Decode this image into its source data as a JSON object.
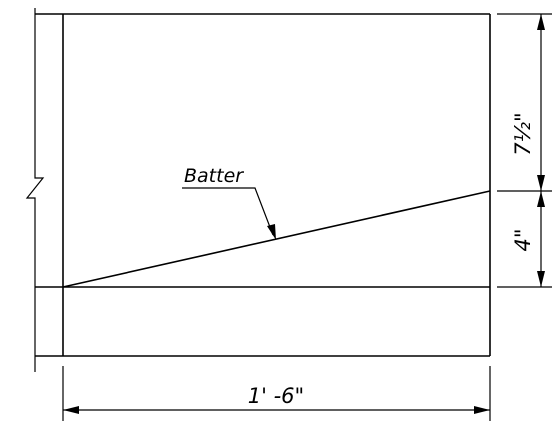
{
  "labels": {
    "batter": "Batter",
    "height_upper": "7½\"",
    "height_lower": "4\"",
    "width": "1' -6\""
  }
}
